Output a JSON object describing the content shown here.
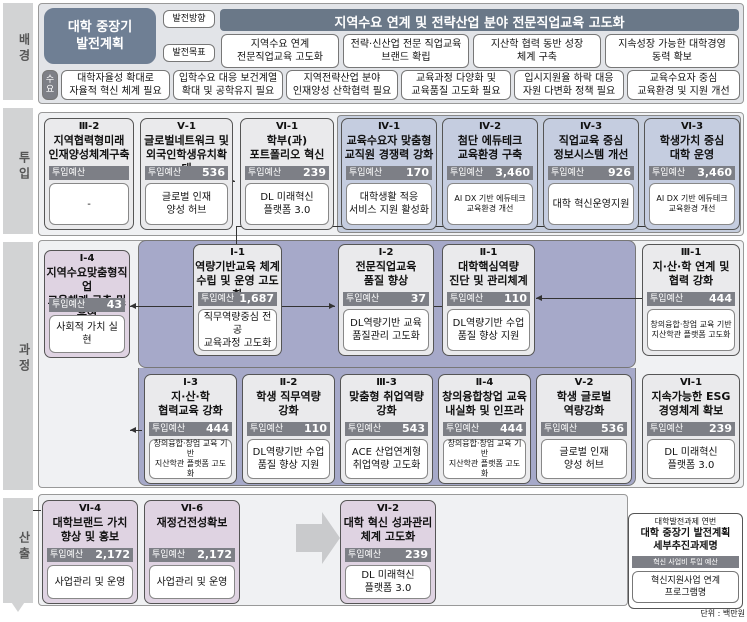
{
  "stages": [
    "배경",
    "투입",
    "과정",
    "산출"
  ],
  "header": {
    "plan_title": "대학 중장기\n발전계획",
    "direction_label": "발전방향",
    "direction_text": "지역수요 연계 및 전략산업 분야 전문직업교육 고도화",
    "goals_label": "발전목표",
    "goals": [
      "지역수요 연계\n전문직업교육 고도화",
      "전략·신산업 전문 직업교육\n브랜드 확립",
      "지산학 협력 동반 성장\n체계 구축",
      "지속성장 가능한 대학경영\n동력 확보"
    ],
    "demand_label": "수\n요",
    "demands": [
      "대학자율성 확대로\n자율적 혁신 체계 필요",
      "입학수요 대응 보건계열\n확대 및 공학유지 필요",
      "지역전략산업 분야\n인재양성 산학협력 필요",
      "교육과정 다양화 및\n교육품질 고도화 필요",
      "입시지원율 하락 대응\n자원 다변화 정책 필요",
      "교육수요자 중심\n교육환경 및 지원 개선"
    ]
  },
  "budget_label": "투입예산",
  "boxes": {
    "b1": {
      "code": "Ⅲ-2",
      "title": "지역협력형미래\n인재양성체계구축",
      "budget": "",
      "inner": "-"
    },
    "b2": {
      "code": "Ⅴ-1",
      "title": "글로벌네트워크 및\n외국인학생유치확대",
      "budget": "536",
      "inner": "글로벌 인재\n양성 허브"
    },
    "b3": {
      "code": "Ⅵ-1",
      "title": "학부(과)\n포트폴리오 혁신",
      "budget": "239",
      "inner": "DL 미래혁신\n플랫폼 3.0"
    },
    "b4": {
      "code": "Ⅳ-1",
      "title": "교육수요자 맞춤형\n교직원 경쟁력 강화",
      "budget": "170",
      "inner": "대학생활 적응\n서비스 지원 활성화"
    },
    "b5": {
      "code": "Ⅳ-2",
      "title": "첨단 에듀테크\n교육환경 구축",
      "budget": "3,460",
      "inner": "AI DX 기반 에듀테크\n교육환경 개선"
    },
    "b6": {
      "code": "Ⅳ-3",
      "title": "직업교육 중심\n정보시스템 개선",
      "budget": "926",
      "inner": "대학 혁신운영지원"
    },
    "b7": {
      "code": "Ⅵ-3",
      "title": "학생가치 중심\n대학 운영",
      "budget": "3,460",
      "inner": "AI DX 기반 에듀테크\n교육환경 개선"
    },
    "b8": {
      "code": "Ⅰ-4",
      "title": "지역수요맞춤형직업\n교육체계 구축 및 운영",
      "budget": "43",
      "inner": "사회적 가치 실현"
    },
    "b9": {
      "code": "Ⅰ-1",
      "title": "역량기반교육 체계\n수립 및 운영 고도화",
      "budget": "1,687",
      "inner": "직무역량중심 전공\n교육과정 고도화"
    },
    "b10": {
      "code": "Ⅰ-2",
      "title": "전문직업교육\n품질 향상",
      "budget": "37",
      "inner": "DL역량기반 교육\n품질관리 고도화"
    },
    "b11": {
      "code": "Ⅱ-1",
      "title": "대학핵심역량\n진단 및 관리체계",
      "budget": "110",
      "inner": "DL역량기반 수업\n품질 향상 지원"
    },
    "b12": {
      "code": "Ⅲ-1",
      "title": "지·산·학 연계 및\n협력 강화",
      "budget": "444",
      "inner": "창의융합·창업 교육 기반\n지산학관 플랫폼 고도화"
    },
    "b13": {
      "code": "Ⅰ-3",
      "title": "지·산·학\n협력교육 강화",
      "budget": "444",
      "inner": "창의융합·창업 교육 기반\n지산학관 플랫폼 고도화"
    },
    "b14": {
      "code": "Ⅱ-2",
      "title": "학생 직무역량\n강화",
      "budget": "110",
      "inner": "DL역량기반 수업\n품질 향상 지원"
    },
    "b15": {
      "code": "Ⅲ-3",
      "title": "맞춤형 취업역량\n강화",
      "budget": "543",
      "inner": "ACE 산업연계형\n취업역량 고도화"
    },
    "b16": {
      "code": "Ⅱ-4",
      "title": "창의융합창업 교육\n내실화 및 인프라",
      "budget": "444",
      "inner": "창의융합·창업 교육 기반\n지산학관 플랫폼 고도화"
    },
    "b17": {
      "code": "Ⅴ-2",
      "title": "학생 글로벌\n역량강화",
      "budget": "536",
      "inner": "글로벌 인재\n양성 허브"
    },
    "b18": {
      "code": "Ⅵ-1",
      "title": "지속가능한 ESG\n경영체계 확보",
      "budget": "239",
      "inner": "DL 미래혁신\n플랫폼 3.0"
    },
    "b19": {
      "code": "Ⅵ-4",
      "title": "대학브랜드 가치\n향상 및 홍보",
      "budget": "2,172",
      "inner": "사업관리 및 운영"
    },
    "b20": {
      "code": "Ⅵ-6",
      "title": "재정건전성확보",
      "budget": "2,172",
      "inner": "사업관리 및 운영"
    },
    "b21": {
      "code": "Ⅵ-2",
      "title": "대학 혁신 성과관리\n체계 고도화",
      "budget": "239",
      "inner": "DL 미래혁신\n플랫폼 3.0"
    }
  },
  "legend": {
    "line1": "대학발전과제 연번",
    "line2": "대학 중장기 발전계획\n세부추진과제명",
    "line3": "혁신 사업비 투입 예산",
    "line4": "혁신지원사업 연계\n프로그램명"
  },
  "unit": "단위 : 백만원"
}
